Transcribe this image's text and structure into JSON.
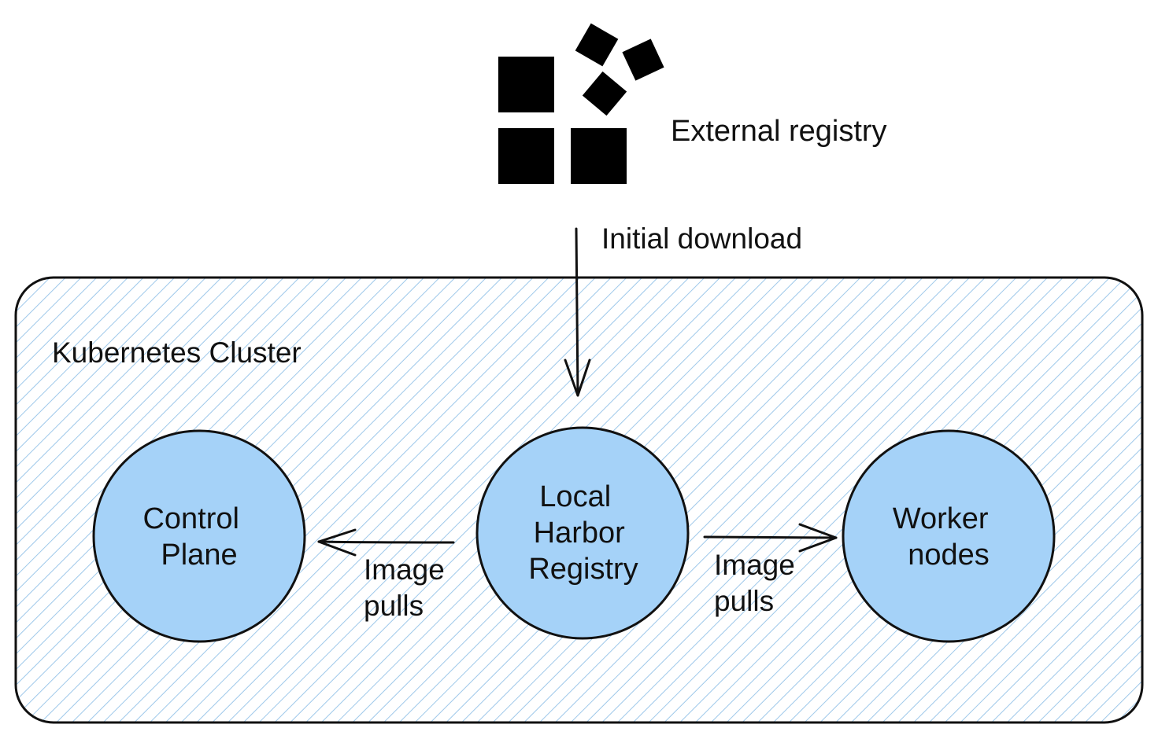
{
  "colors": {
    "background": "#ffffff",
    "stroke": "#111111",
    "hatch": "#9ec8ea",
    "node_fill": "#a5d2f8",
    "icon": "#000000"
  },
  "external_registry": {
    "icon": "cubes-icon",
    "label": "External registry"
  },
  "download_arrow": {
    "label": "Initial download"
  },
  "cluster": {
    "label": "Kubernetes Cluster"
  },
  "nodes": {
    "control_plane": {
      "lines": [
        "Control",
        "Plane"
      ]
    },
    "harbor": {
      "lines": [
        "Local",
        "Harbor",
        "Registry"
      ]
    },
    "workers": {
      "lines": [
        "Worker",
        "nodes"
      ]
    }
  },
  "edges": {
    "to_control_plane": {
      "lines": [
        "Image",
        "pulls"
      ]
    },
    "to_workers": {
      "lines": [
        "Image",
        "pulls"
      ]
    }
  }
}
